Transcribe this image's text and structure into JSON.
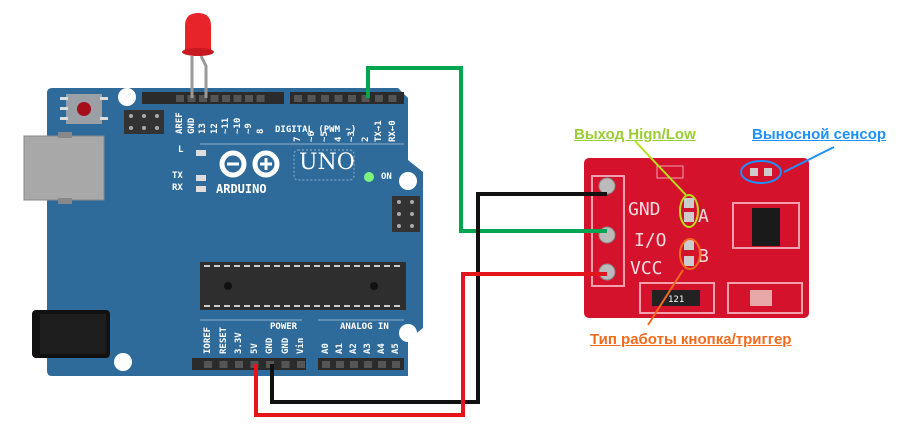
{
  "diagram": {
    "title": "Arduino UNO + TTP223 touch sensor wiring",
    "colors": {
      "board": "#2f6b9a",
      "sensor_board": "#d4122c",
      "wire_gnd": "#111111",
      "wire_io": "#00a550",
      "wire_vcc": "#e3141b",
      "led": "#e8242b",
      "label_output": "#9acd32",
      "label_remote": "#1e90ff",
      "label_mode": "#f26b1d"
    },
    "arduino": {
      "brand": "ARDUINO",
      "model": "UNO",
      "on_label": "ON",
      "led_labels": [
        "L",
        "TX",
        "RX"
      ],
      "digital_header_label": "DIGITAL (PWM ~)",
      "digital_pins_left": [
        "AREF",
        "GND",
        "13",
        "12",
        "~11",
        "~10",
        "~9",
        "8"
      ],
      "digital_pins_right": [
        "7",
        "~6",
        "~5",
        "4",
        "~3",
        "2",
        "TX→1",
        "RX←0"
      ],
      "power_header_label": "POWER",
      "power_pins": [
        "IOREF",
        "RESET",
        "3.3V",
        "5V",
        "GND",
        "GND",
        "Vin"
      ],
      "analog_header_label": "ANALOG IN",
      "analog_pins": [
        "A0",
        "A1",
        "A2",
        "A3",
        "A4",
        "A5"
      ]
    },
    "sensor": {
      "pins": [
        "GND",
        "I/O",
        "VCC"
      ],
      "jumper_labels": [
        "A",
        "B"
      ],
      "resistor_code": "121"
    },
    "annotations": {
      "output_mode": "Выход Hign/Low",
      "remote_sensor": "Выносной сенсор",
      "work_mode": "Тип работы кнопка/триггер"
    },
    "connections": [
      {
        "from": "LED",
        "to": "GND / 13"
      },
      {
        "from": "Arduino 2",
        "to": "Sensor I/O",
        "color": "green"
      },
      {
        "from": "Arduino GND",
        "to": "Sensor GND",
        "color": "black"
      },
      {
        "from": "Arduino 5V",
        "to": "Sensor VCC",
        "color": "red"
      }
    ]
  }
}
